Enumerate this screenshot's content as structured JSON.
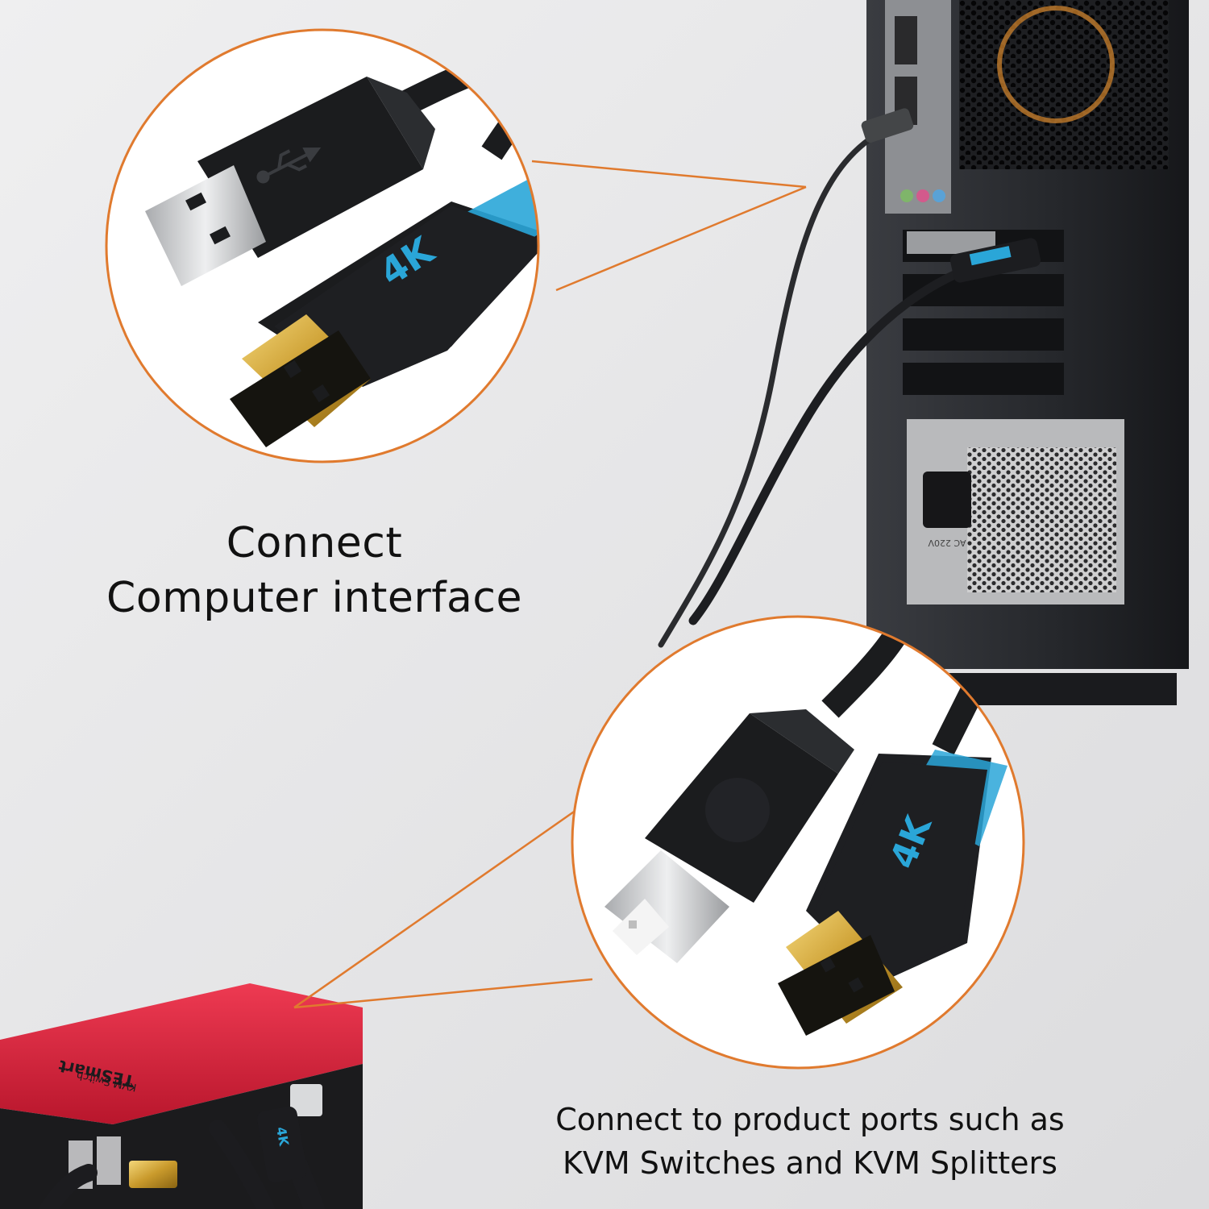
{
  "captions": {
    "top": [
      "Connect",
      "Computer interface"
    ],
    "bottom": [
      "Connect to product ports such as",
      "KVM Switches and KVM Splitters"
    ]
  },
  "connector_labels": {
    "hdmi_marking": "4K",
    "kvm_brand": "TESmart",
    "kvm_model": "KVM Switch",
    "psu_marking": "AC 220V"
  },
  "colors": {
    "background": "#e9e9ea",
    "callout_ring": "#e07a2e",
    "connector_black": "#1b1c1e",
    "accent_blue": "#2aa6d8",
    "hdmi_gold": "#d8a93a",
    "kvm_red": "#e0263e",
    "case_dark": "#2b2d31"
  },
  "icons": [
    "usb-trident-icon"
  ]
}
